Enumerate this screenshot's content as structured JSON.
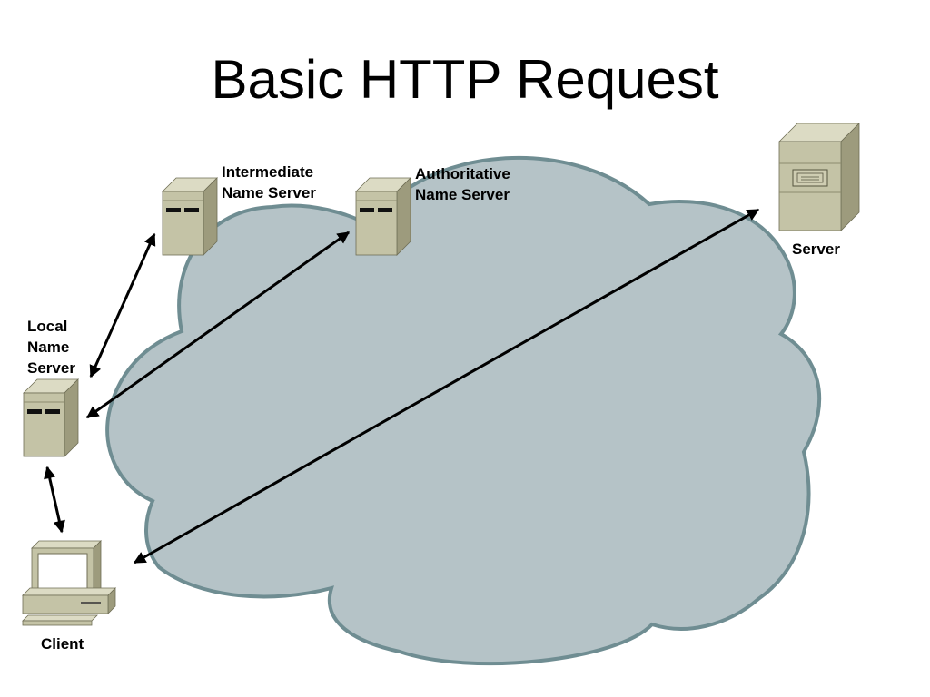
{
  "title": "Basic HTTP Request",
  "nodes": {
    "intermediate": {
      "line1": "Intermediate",
      "line2": "Name Server"
    },
    "authoritative": {
      "line1": "Authoritative",
      "line2": "Name Server"
    },
    "local": {
      "line1": "Local",
      "line2": "Name",
      "line3": "Server"
    },
    "server": {
      "label": "Server"
    },
    "client": {
      "label": "Client"
    }
  },
  "colors": {
    "cloud_fill": "#b5c3c7",
    "cloud_stroke": "#6f8d92",
    "device_front": "#c4c3a6",
    "device_side": "#9d9b7d",
    "device_top": "#dcdbc4"
  },
  "connections": [
    {
      "from": "local",
      "to": "intermediate",
      "direction": "bidirectional"
    },
    {
      "from": "local",
      "to": "authoritative",
      "direction": "bidirectional"
    },
    {
      "from": "local",
      "to": "client",
      "direction": "bidirectional"
    },
    {
      "from": "client",
      "to": "server",
      "direction": "bidirectional"
    }
  ]
}
